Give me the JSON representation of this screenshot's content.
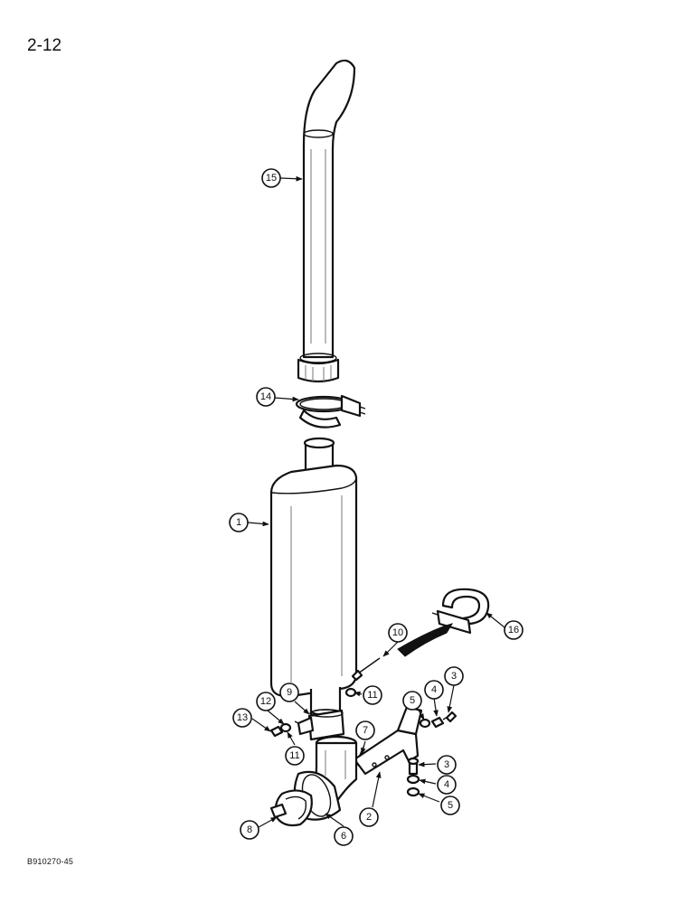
{
  "page": {
    "number": "2-12",
    "figure_code": "B910270-45"
  },
  "callouts": [
    "15",
    "14",
    "1",
    "16",
    "10",
    "11",
    "9",
    "12",
    "13",
    "11",
    "5",
    "4",
    "3",
    "7",
    "3",
    "4",
    "5",
    "2",
    "6",
    "8"
  ]
}
